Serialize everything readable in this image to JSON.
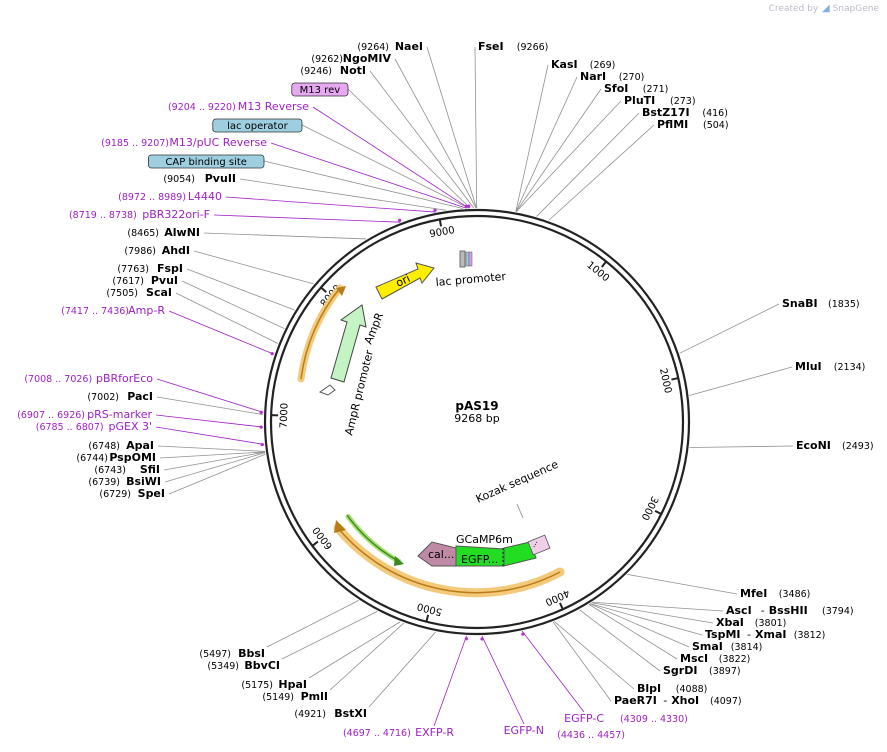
{
  "plasmid": {
    "name": "pAS19",
    "size": "9268 bp",
    "total_bp": 9268
  },
  "branding": {
    "prefix": "Created by",
    "product": "SnapGene"
  },
  "colors": {
    "enzyme": "#000000",
    "primer": "#a020c8",
    "leader": "#909090",
    "backbone": "#222222",
    "orf": "#f4c97a",
    "primer_mark": "#b030d0"
  },
  "ticks": [
    {
      "bp": 1000,
      "label": "1000"
    },
    {
      "bp": 2000,
      "label": "2000"
    },
    {
      "bp": 3000,
      "label": "3000"
    },
    {
      "bp": 4000,
      "label": "4000"
    },
    {
      "bp": 5000,
      "label": "5000"
    },
    {
      "bp": 6000,
      "label": "6000"
    },
    {
      "bp": 7000,
      "label": "7000"
    },
    {
      "bp": 8000,
      "label": "8000"
    },
    {
      "bp": 9000,
      "label": "9000"
    }
  ],
  "left_labels": [
    {
      "kind": "enzyme",
      "pos": "(9264)",
      "name": "NaeI",
      "bp": 9264
    },
    {
      "kind": "enzyme",
      "pos": "(9262)",
      "name": "NgoMIV",
      "bp": 9262
    },
    {
      "kind": "enzyme",
      "pos": "(9246)",
      "name": "NotI",
      "bp": 9246
    },
    {
      "kind": "box",
      "name": "M13 rev",
      "fill": "#e6a8f0",
      "bp": 9220
    },
    {
      "kind": "primer",
      "pos": "(9204 .. 9220)",
      "name": "M13 Reverse",
      "bp": 9212
    },
    {
      "kind": "box",
      "name": "lac operator",
      "fill": "#9ecfe0",
      "bp": 9210
    },
    {
      "kind": "primer",
      "pos": "(9185 .. 9207)",
      "name": "M13/pUC Reverse",
      "bp": 9196
    },
    {
      "kind": "box",
      "name": "CAP binding site",
      "fill": "#9ecfe0",
      "bp": 9170
    },
    {
      "kind": "enzyme",
      "pos": "(9054)",
      "name": "PvuII",
      "bp": 9054
    },
    {
      "kind": "primer",
      "pos": "(8972 .. 8989)",
      "name": "L4440",
      "bp": 8980
    },
    {
      "kind": "primer",
      "pos": "(8719 .. 8738)",
      "name": "pBR322ori-F",
      "bp": 8728
    },
    {
      "kind": "enzyme",
      "pos": "(8465)",
      "name": "AlwNI",
      "bp": 8465
    },
    {
      "kind": "enzyme",
      "pos": "(7986)",
      "name": "AhdI",
      "bp": 7986
    },
    {
      "kind": "enzyme",
      "pos": "(7763)",
      "name": "FspI",
      "bp": 7763
    },
    {
      "kind": "enzyme",
      "pos": "(7617)",
      "name": "PvuI",
      "bp": 7617
    },
    {
      "kind": "enzyme",
      "pos": "(7505)",
      "name": "ScaI",
      "bp": 7505
    },
    {
      "kind": "primer",
      "pos": "(7417 .. 7436)",
      "name": "Amp-R",
      "bp": 7426
    },
    {
      "kind": "primer",
      "pos": "(7008 .. 7026)",
      "name": "pBRforEco",
      "bp": 7017
    },
    {
      "kind": "enzyme",
      "pos": "(7002)",
      "name": "PacI",
      "bp": 7002
    },
    {
      "kind": "primer",
      "pos": "(6907 .. 6926)",
      "name": "pRS-marker",
      "bp": 6916
    },
    {
      "kind": "primer",
      "pos": "(6785 .. 6807)",
      "name": "pGEX 3'",
      "bp": 6796
    },
    {
      "kind": "enzyme",
      "pos": "(6748)",
      "name": "ApaI",
      "bp": 6748
    },
    {
      "kind": "enzyme",
      "pos": "(6744)",
      "name": "PspOMI",
      "bp": 6744
    },
    {
      "kind": "enzyme",
      "pos": "(6743)",
      "name": "SfiI",
      "bp": 6743
    },
    {
      "kind": "enzyme",
      "pos": "(6739)",
      "name": "BsiWI",
      "bp": 6739
    },
    {
      "kind": "enzyme",
      "pos": "(6729)",
      "name": "SpeI",
      "bp": 6729
    }
  ],
  "right_labels": [
    {
      "kind": "enzyme",
      "name": "FseI",
      "pos": "(9266)",
      "bp": 9266
    },
    {
      "kind": "enzyme",
      "name": "KasI",
      "pos": "(269)",
      "bp": 269
    },
    {
      "kind": "enzyme",
      "name": "NarI",
      "pos": "(270)",
      "bp": 270
    },
    {
      "kind": "enzyme",
      "name": "SfoI",
      "pos": "(271)",
      "bp": 271
    },
    {
      "kind": "enzyme",
      "name": "PluTI",
      "pos": "(273)",
      "bp": 273
    },
    {
      "kind": "enzyme",
      "name": "BstZ17I",
      "pos": "(416)",
      "bp": 416
    },
    {
      "kind": "enzyme",
      "name": "PflMI",
      "pos": "(504)",
      "bp": 504
    },
    {
      "kind": "enzyme",
      "name": "SnaBI",
      "pos": "(1835)",
      "bp": 1835
    },
    {
      "kind": "enzyme",
      "name": "MluI",
      "pos": "(2134)",
      "bp": 2134
    },
    {
      "kind": "enzyme",
      "name": "EcoNI",
      "pos": "(2493)",
      "bp": 2493
    },
    {
      "kind": "enzyme",
      "name": "MfeI",
      "pos": "(3486)",
      "bp": 3486
    },
    {
      "kind": "enzyme",
      "name": "AscI",
      "name2": "BssHII",
      "pos": "(3794)",
      "bp": 3794
    },
    {
      "kind": "enzyme",
      "name": "XbaI",
      "pos": "(3801)",
      "bp": 3801
    },
    {
      "kind": "enzyme",
      "name": "TspMI",
      "name2": "XmaI",
      "pos": "(3812)",
      "bp": 3812
    },
    {
      "kind": "enzyme",
      "name": "SmaI",
      "pos": "(3814)",
      "bp": 3814
    },
    {
      "kind": "enzyme",
      "name": "MscI",
      "pos": "(3822)",
      "bp": 3822
    },
    {
      "kind": "enzyme",
      "name": "SgrDI",
      "pos": "(3897)",
      "bp": 3897
    },
    {
      "kind": "enzyme",
      "name": "BlpI",
      "pos": "(4088)",
      "bp": 4088
    },
    {
      "kind": "enzyme",
      "name": "PaeR7I",
      "name2": "XhoI",
      "pos": "(4097)",
      "bp": 4097
    }
  ],
  "bottom_labels": [
    {
      "kind": "enzyme",
      "pos": "(5497)",
      "name": "BbsI",
      "bp": 5497
    },
    {
      "kind": "enzyme",
      "pos": "(5349)",
      "name": "BbvCI",
      "bp": 5349
    },
    {
      "kind": "enzyme",
      "pos": "(5175)",
      "name": "HpaI",
      "bp": 5175
    },
    {
      "kind": "enzyme",
      "pos": "(5149)",
      "name": "PmlI",
      "bp": 5149
    },
    {
      "kind": "enzyme",
      "pos": "(4921)",
      "name": "BstXI",
      "bp": 4921
    },
    {
      "kind": "primer",
      "pos": "(4697 .. 4716)",
      "name": "EXFP-R",
      "bp": 4706
    },
    {
      "kind": "primer",
      "name": "EGFP-N",
      "bp": 4600
    },
    {
      "kind": "primer",
      "pos": "(4436 .. 4457)",
      "name": "EGFP-C",
      "pos2": "(4309 .. 4330)",
      "bp": 4320
    }
  ],
  "features": [
    {
      "name": "ori",
      "color": "#ffee00"
    },
    {
      "name": "AmpR",
      "color": "#c4f4c4"
    },
    {
      "name": "AmpR promoter",
      "color": "#ffffff"
    },
    {
      "name": "lac promoter",
      "color": "#ffffff"
    },
    {
      "name": "Kozak sequence"
    },
    {
      "name": "GCaMP6m"
    },
    {
      "name": "cal...",
      "color": "#c08aa6"
    },
    {
      "name": "EGFP...",
      "color": "#22dd22"
    },
    {
      "name": "...",
      "color": "#22dd22"
    }
  ]
}
